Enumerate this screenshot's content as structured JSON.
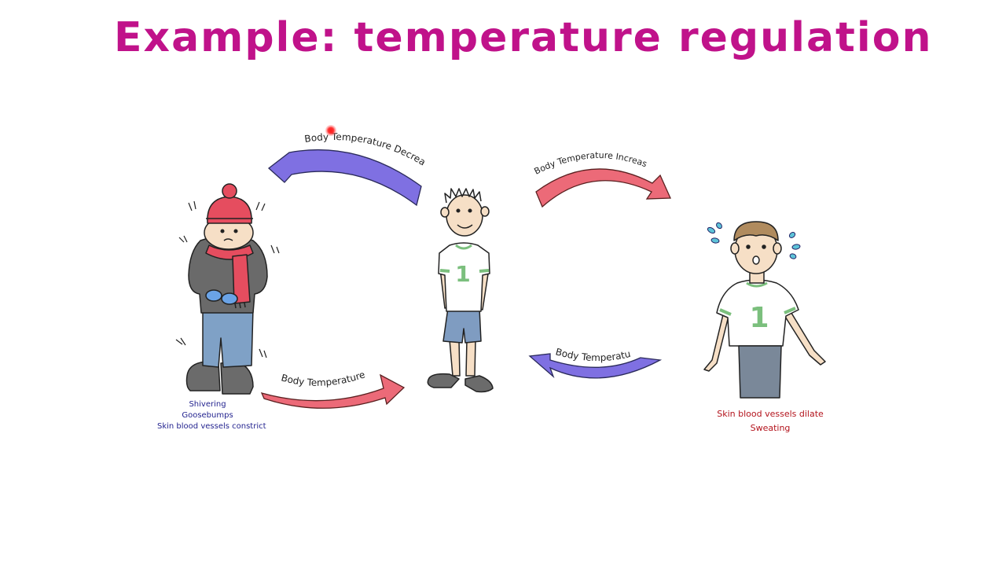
{
  "title": "Example: temperature regulation",
  "arrows": {
    "cold_to_normal": "Body Temperature ↑",
    "normal_to_cold": "Body Temperature Decreases",
    "normal_to_hot": "Body Temperature Increases",
    "hot_to_normal": "Body Temperature ↓"
  },
  "cold_person": {
    "shirt_number": "",
    "notes": [
      "Shivering",
      "Goosebumps",
      "Skin blood vessels constrict"
    ]
  },
  "normal_person": {
    "shirt_number": "1"
  },
  "hot_person": {
    "shirt_number": "1",
    "notes": [
      "Skin blood vessels dilate",
      "Sweating"
    ]
  },
  "colors": {
    "title": "#c0128a",
    "increase_arrow": "#ec6a78",
    "decrease_arrow": "#7f70e2",
    "cold_notes": "#23238f",
    "hot_notes": "#b3131c",
    "shirt_green": "#7bbf7d"
  }
}
